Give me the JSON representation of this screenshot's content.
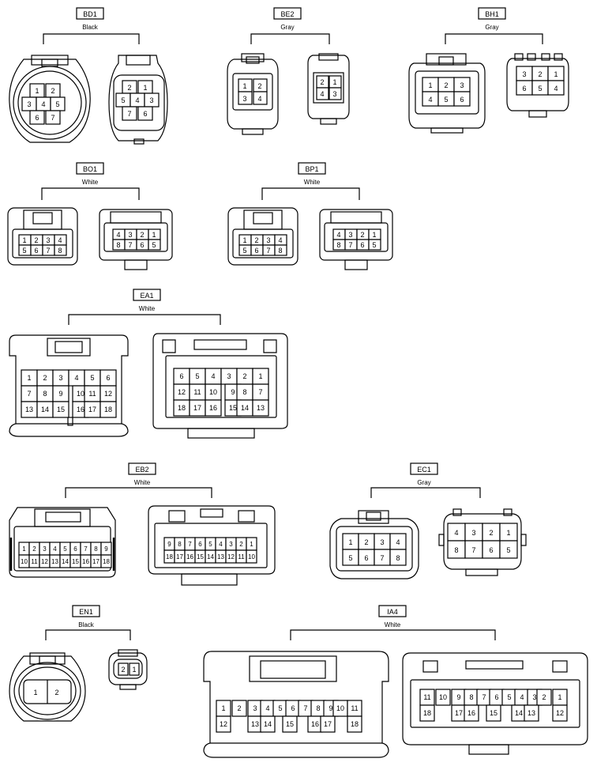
{
  "connectors": {
    "BD1": {
      "code": "BD1",
      "color": "Black",
      "left": {
        "pins": [
          "1",
          "2",
          "3",
          "4",
          "5",
          "6",
          "7"
        ]
      },
      "right": {
        "pins": [
          "2",
          "1",
          "5",
          "4",
          "3",
          "7",
          "6"
        ]
      }
    },
    "BE2": {
      "code": "BE2",
      "color": "Gray",
      "left": {
        "pins": [
          "1",
          "2",
          "3",
          "4"
        ]
      },
      "right": {
        "pins": [
          "2",
          "1",
          "4",
          "3"
        ]
      }
    },
    "BH1": {
      "code": "BH1",
      "color": "Gray",
      "left": {
        "pins": [
          "1",
          "2",
          "3",
          "4",
          "5",
          "6"
        ]
      },
      "right": {
        "pins": [
          "3",
          "2",
          "1",
          "6",
          "5",
          "4"
        ]
      }
    },
    "BO1": {
      "code": "BO1",
      "color": "White",
      "left": {
        "pins": [
          "1",
          "2",
          "3",
          "4",
          "5",
          "6",
          "7",
          "8"
        ]
      },
      "right": {
        "pins": [
          "4",
          "3",
          "2",
          "1",
          "8",
          "7",
          "6",
          "5"
        ]
      }
    },
    "BP1": {
      "code": "BP1",
      "color": "White",
      "left": {
        "pins": [
          "1",
          "2",
          "3",
          "4",
          "5",
          "6",
          "7",
          "8"
        ]
      },
      "right": {
        "pins": [
          "4",
          "3",
          "2",
          "1",
          "8",
          "7",
          "6",
          "5"
        ]
      }
    },
    "EA1": {
      "code": "EA1",
      "color": "White",
      "left": {
        "pins": [
          "1",
          "2",
          "3",
          "4",
          "5",
          "6",
          "7",
          "8",
          "9",
          "10",
          "11",
          "12",
          "13",
          "14",
          "15",
          "16",
          "17",
          "18"
        ]
      },
      "right": {
        "pins": [
          "6",
          "5",
          "4",
          "3",
          "2",
          "1",
          "12",
          "11",
          "10",
          "9",
          "8",
          "7",
          "18",
          "17",
          "16",
          "15",
          "14",
          "13"
        ]
      }
    },
    "EB2": {
      "code": "EB2",
      "color": "White",
      "left": {
        "pins": [
          "1",
          "2",
          "3",
          "4",
          "5",
          "6",
          "7",
          "8",
          "9",
          "10",
          "11",
          "12",
          "13",
          "14",
          "15",
          "16",
          "17",
          "18"
        ]
      },
      "right": {
        "pins": [
          "9",
          "8",
          "7",
          "6",
          "5",
          "4",
          "3",
          "2",
          "1",
          "18",
          "17",
          "16",
          "15",
          "14",
          "13",
          "12",
          "11",
          "10"
        ]
      }
    },
    "EC1": {
      "code": "EC1",
      "color": "Gray",
      "left": {
        "pins": [
          "1",
          "2",
          "3",
          "4",
          "5",
          "6",
          "7",
          "8"
        ]
      },
      "right": {
        "pins": [
          "4",
          "3",
          "2",
          "1",
          "8",
          "7",
          "6",
          "5"
        ]
      }
    },
    "EN1": {
      "code": "EN1",
      "color": "Black",
      "left": {
        "pins": [
          "1",
          "2"
        ]
      },
      "right": {
        "pins": [
          "2",
          "1"
        ]
      }
    },
    "IA4": {
      "code": "IA4",
      "color": "White",
      "left": {
        "pins": [
          "1",
          "2",
          "3",
          "4",
          "5",
          "6",
          "7",
          "8",
          "9",
          "10",
          "11",
          "12",
          "13",
          "14",
          "15",
          "16",
          "17",
          "18"
        ]
      },
      "right": {
        "pins": [
          "11",
          "10",
          "9",
          "8",
          "7",
          "6",
          "5",
          "4",
          "3",
          "2",
          "1",
          "18",
          "17",
          "16",
          "15",
          "14",
          "13",
          "12"
        ]
      }
    }
  }
}
